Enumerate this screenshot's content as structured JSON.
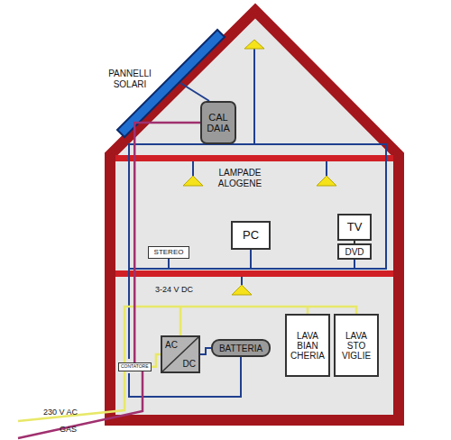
{
  "diagram": {
    "nodes": [
      {
        "text": [
          "CAL DAIA"
        ]
      },
      {
        "text": [
          "STEREO"
        ]
      },
      {
        "text": [
          "PC"
        ]
      },
      {
        "text": [
          "TV"
        ]
      },
      {
        "text": [
          "DVD"
        ]
      },
      {
        "text": [
          "AC",
          "DC"
        ]
      },
      {
        "text": [
          "BATTERIA"
        ]
      },
      {
        "text": [
          "LAVA BIAN CHERIA"
        ]
      },
      {
        "text": [
          "LAVA STO VIGLIE"
        ]
      },
      {
        "text": [
          "CONTATORE"
        ]
      }
    ],
    "edges": [
      {
        "from": 9,
        "to": 0,
        "arrow": "none"
      },
      {
        "from": 9,
        "to": 5,
        "arrow": "none"
      },
      {
        "from": 5,
        "to": 6,
        "arrow": "none"
      },
      {
        "from": 3,
        "to": 4,
        "arrow": "none"
      }
    ],
    "labels": [
      "PANNELLI SOLARI",
      "LAMPADE ALOGENE",
      "3-24 V DC",
      "230 V AC",
      "GAS"
    ]
  }
}
